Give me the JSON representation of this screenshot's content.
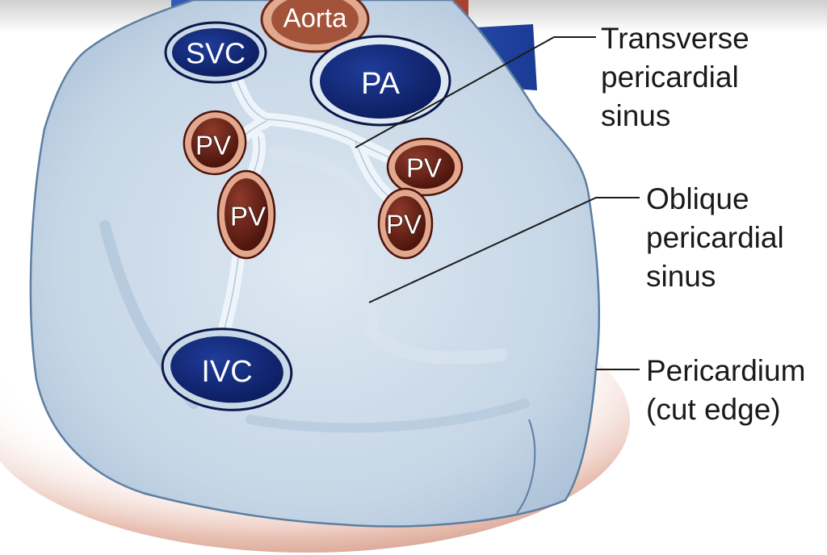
{
  "vessels": {
    "aorta": "Aorta",
    "svc": "SVC",
    "pa": "PA",
    "ivc": "IVC",
    "pv": "PV"
  },
  "callouts": {
    "transverse": [
      "Transverse",
      "pericardial",
      "sinus"
    ],
    "oblique": [
      "Oblique",
      "pericardial",
      "sinus"
    ],
    "pericardium": [
      "Pericardium",
      "(cut edge)"
    ]
  },
  "colors": {
    "pericardium": "#c9d8e7",
    "vein_blue": "#0f2572",
    "pulmonary_vein": "#6e2418",
    "aorta": "#a0553d",
    "heart_tissue": "#d8a18f"
  }
}
